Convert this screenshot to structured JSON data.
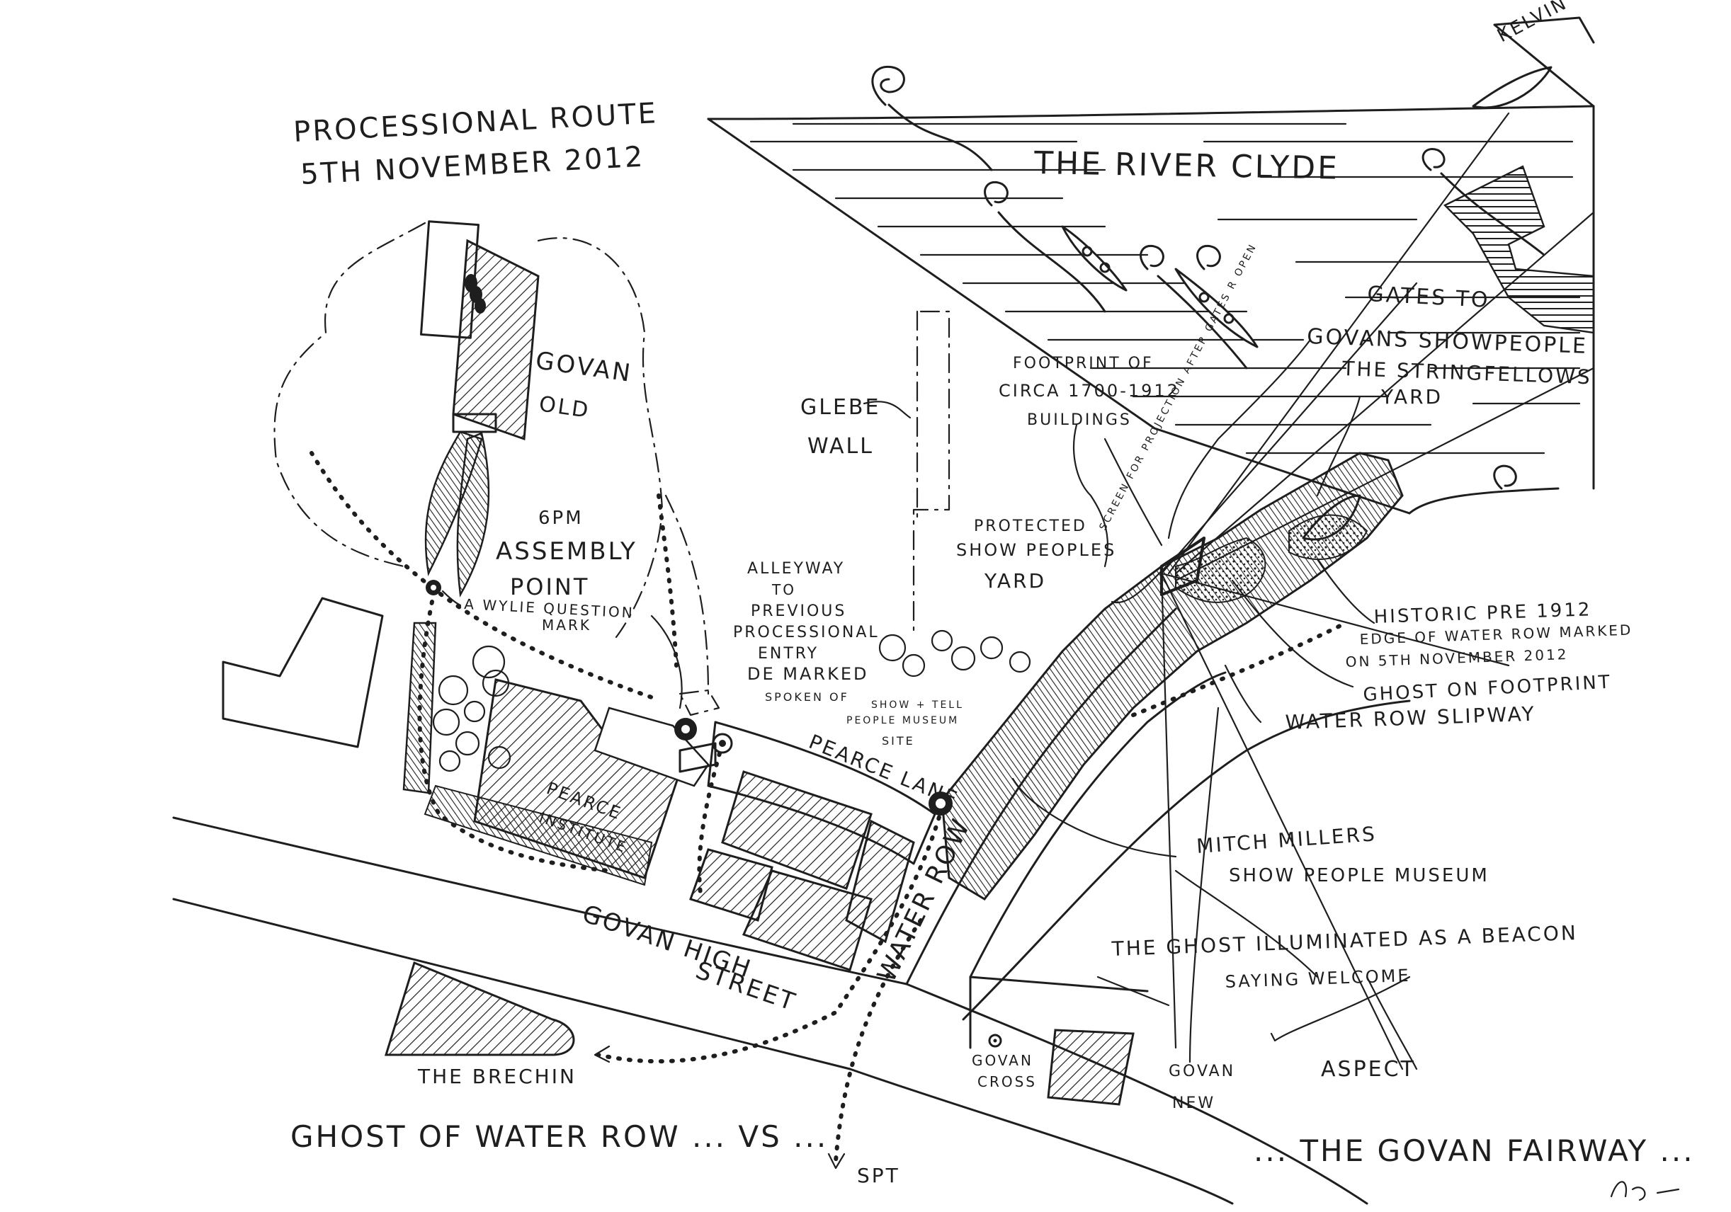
{
  "title": {
    "line1": "PROCESSIONAL ROUTE",
    "line2": "5TH NOVEMBER 2012"
  },
  "water": {
    "river": "THE RIVER CLYDE",
    "kelvin": "KELVIN"
  },
  "places": {
    "govan_old_1": "GOVAN",
    "govan_old_2": "OLD",
    "glebe_1": "GLEBE",
    "glebe_2": "WALL",
    "footprint_1": "FOOTPRINT OF",
    "footprint_2": "CIRCA 1700-1912",
    "footprint_3": "BUILDINGS",
    "projection": "SCREEN FOR PROJECTION AFTER GATES R OPEN",
    "protected_1": "PROTECTED",
    "protected_2": "SHOW PEOPLES",
    "protected_3": "YARD",
    "gates_1": "GATES TO",
    "gates_2": "GOVANS SHOWPEOPLE",
    "gates_3": "THE STRINGFELLOWS",
    "gates_4": "YARD",
    "assembly_1": "6PM",
    "assembly_2": "ASSEMBLY",
    "assembly_3": "POINT",
    "wylie_1": "A WYLIE QUESTION",
    "wylie_2": "MARK",
    "alleyway_1": "ALLEYWAY",
    "alleyway_2": "TO",
    "alleyway_3": "PREVIOUS",
    "alleyway_4": "PROCESSIONAL",
    "alleyway_5": "ENTRY",
    "alleyway_6": "DE MARKED",
    "alleyway_7": "SPOKEN OF",
    "museum_site_1": "SHOW + TELL",
    "museum_site_2": "PEOPLE MUSEUM",
    "museum_site_3": "SITE",
    "pearce_lane": "PEARCE LANE",
    "pearce_institute_1": "PEARCE",
    "pearce_institute_2": "INSTITUTE",
    "historic_1": "HISTORIC PRE 1912",
    "historic_2": "EDGE OF WATER ROW MARKED",
    "historic_3": "ON 5TH NOVEMBER 2012",
    "ghost_footprint": "GHOST ON FOOTPRINT",
    "slipway": "WATER ROW SLIPWAY",
    "mitch_1": "MITCH MILLERS",
    "mitch_2": "SHOW PEOPLE MUSEUM",
    "beacon_1": "THE GHOST ILLUMINATED AS A BEACON",
    "beacon_2": "SAYING WELCOME",
    "govan_high_1": "GOVAN HIGH",
    "govan_high_2": "STREET",
    "water_row": "WATER ROW",
    "brechin": "THE BRECHIN",
    "govan_cross_1": "GOVAN",
    "govan_cross_2": "CROSS",
    "govan_new_1": "GOVAN",
    "govan_new_2": "NEW",
    "aspect": "ASPECT",
    "spt": "SPT"
  },
  "captions": {
    "left": "GHOST OF WATER ROW ... VS ...",
    "right": "... THE GOVAN FAIRWAY ..."
  }
}
